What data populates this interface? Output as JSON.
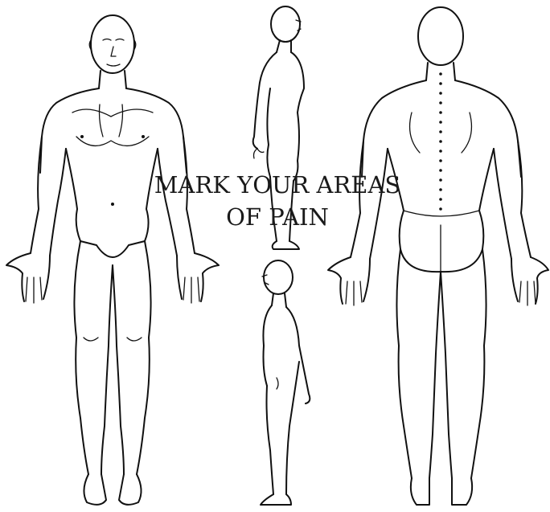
{
  "caption": {
    "line1": "MARK YOUR AREAS",
    "line2": "OF PAIN"
  },
  "figures": [
    {
      "view": "front",
      "icon": "body-front-outline"
    },
    {
      "view": "side-upper",
      "icon": "body-side-outline"
    },
    {
      "view": "side-lower",
      "icon": "body-side-outline"
    },
    {
      "view": "back",
      "icon": "body-back-outline"
    }
  ],
  "colors": {
    "background": "#ffffff",
    "line": "#111111"
  }
}
